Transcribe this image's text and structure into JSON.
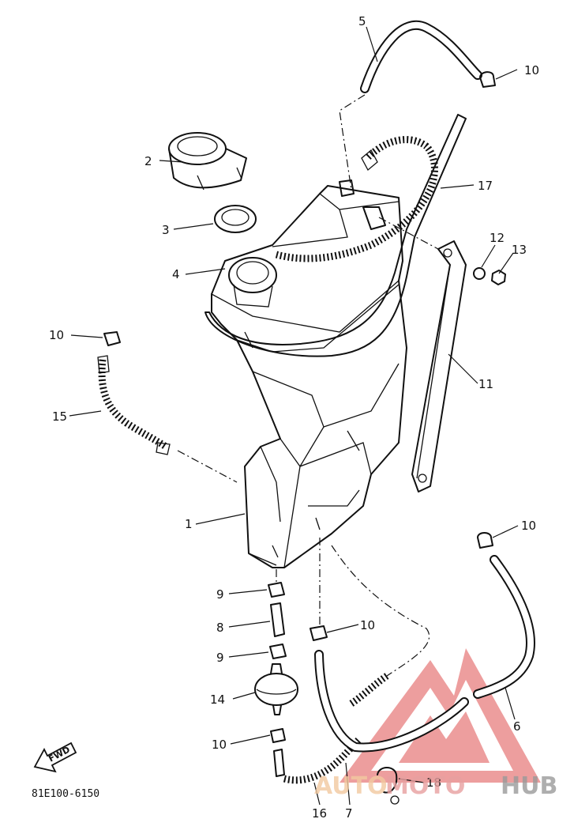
{
  "callouts": {
    "c1": "1",
    "c2": "2",
    "c3": "3",
    "c4": "4",
    "c5": "5",
    "c6": "6",
    "c7": "7",
    "c8": "8",
    "c9a": "9",
    "c9b": "9",
    "c10a": "10",
    "c10b": "10",
    "c10c": "10",
    "c10d": "10",
    "c10e": "10",
    "c11": "11",
    "c12": "12",
    "c13": "13",
    "c14": "14",
    "c15": "15",
    "c16": "16",
    "c17": "17",
    "c18": "18"
  },
  "fwd_label": "FWD",
  "drawing_code": "81E100-6150",
  "watermark": {
    "part1": "AUTO",
    "part2": "MOTO",
    "part3": "HUB",
    "logo_color": "#e05050"
  }
}
